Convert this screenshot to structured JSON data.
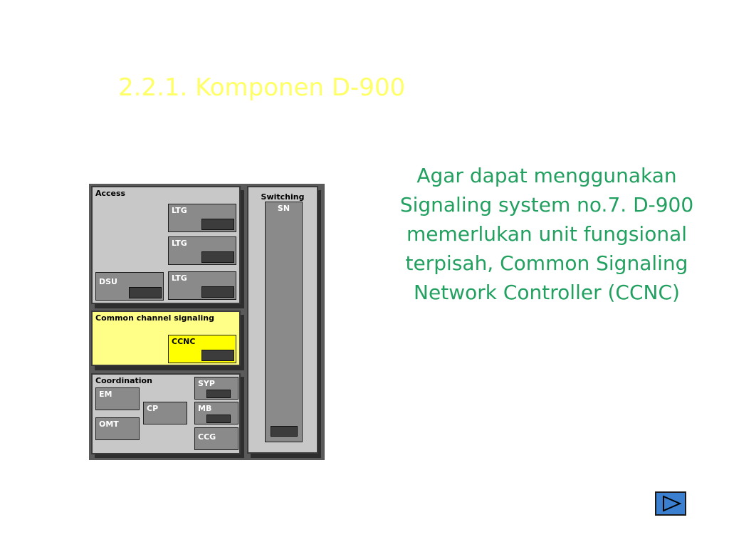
{
  "slide": {
    "title": "2.2.1. Komponen D-900",
    "description": "Agar dapat menggunakan Signaling system no.7. D-900 memerlukan unit fungsional terpisah, Common Signaling Network Controller (CCNC)"
  },
  "diagram": {
    "access": {
      "label": "Access",
      "ltg1": "LTG",
      "ltg2": "LTG",
      "ltg3": "LTG",
      "dsu": "DSU"
    },
    "ccs": {
      "label": "Common channel signaling",
      "ccnc": "CCNC"
    },
    "coordination": {
      "label": "Coordination",
      "em": "EM",
      "cp": "CP",
      "omt": "OMT",
      "syp": "SYP",
      "mb": "MB",
      "ccg": "CCG"
    },
    "switching": {
      "label": "Switching",
      "sn": "SN"
    }
  },
  "colors": {
    "title": "#ffff66",
    "description": "#22a060",
    "ccs_panel": "#ffff88",
    "ccnc_unit": "#ffff00",
    "nav_button": "#3a7fd0"
  },
  "nav": {
    "icon": "play-next-icon"
  }
}
